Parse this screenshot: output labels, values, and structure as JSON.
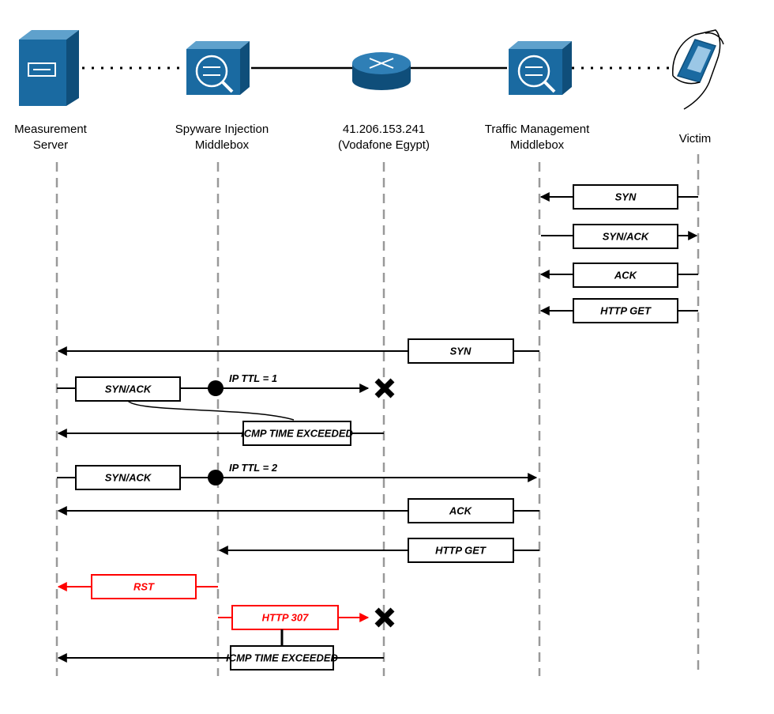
{
  "entities": {
    "measurement_server": {
      "line1": "Measurement",
      "line2": "Server",
      "icon": "server-icon"
    },
    "spyware_mb": {
      "line1": "Spyware Injection",
      "line2": "Middlebox",
      "icon": "middlebox-icon"
    },
    "router": {
      "line1": "41.206.153.241",
      "line2": "(Vodafone Egypt)",
      "icon": "router-icon"
    },
    "traffic_mb": {
      "line1": "Traffic Management",
      "line2": "Middlebox",
      "icon": "middlebox-icon"
    },
    "victim": {
      "line1": "Victim",
      "icon": "hand-phone-icon"
    }
  },
  "messages": {
    "syn_1": "SYN",
    "synack_1": "SYN/ACK",
    "ack_1": "ACK",
    "http_get_1": "HTTP GET",
    "syn_2": "SYN",
    "synack_2": "SYN/ACK",
    "ttl_1": "IP TTL = 1",
    "icmp_1": "ICMP TIME EXCEEDED",
    "synack_3": "SYN/ACK",
    "ttl_2": "IP TTL = 2",
    "ack_2": "ACK",
    "http_get_2": "HTTP GET",
    "rst": "RST",
    "http_307": "HTTP 307",
    "icmp_2": "ICMP TIME EXCEEDED"
  },
  "colors": {
    "icon_blue": "#1a6aa1",
    "injected_red": "#ff0000",
    "line": "#000000",
    "lifeline": "#999999"
  }
}
